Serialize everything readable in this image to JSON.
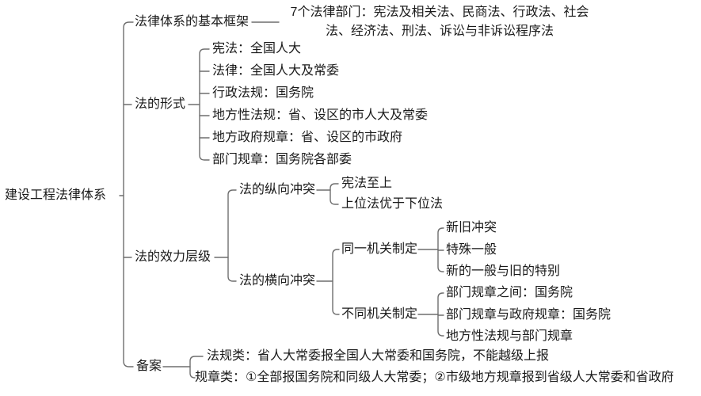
{
  "colors": {
    "background": "#ffffff",
    "line": "#6e6e6e",
    "text": "#1a1a1a"
  },
  "root": {
    "label": "建设工程法律体系"
  },
  "framework": {
    "label": "法律体系的基本框架",
    "note": "7个法律部门：宪法及相关法、民商法、行政法、社会\n法、经济法、刑法、诉讼与非诉讼程序法"
  },
  "form": {
    "label": "法的形式",
    "items": [
      "宪法：全国人大",
      "法律：全国人大及常委",
      "行政法规：国务院",
      "地方性法规：省、设区的市人大及常委",
      "地方政府规章：省、设区的市政府",
      "部门规章：国务院各部委"
    ]
  },
  "hierarchy": {
    "label": "法的效力层级",
    "vertical": {
      "label": "法的纵向冲突",
      "items": [
        "宪法至上",
        "上位法优于下位法"
      ]
    },
    "horizontal": {
      "label": "法的横向冲突",
      "same": {
        "label": "同一机关制定",
        "items": [
          "新旧冲突",
          "特殊一般",
          "新的一般与旧的特别"
        ]
      },
      "different": {
        "label": "不同机关制定",
        "items": [
          "部门规章之间：国务院",
          "部门规章与政府规章：国务院",
          "地方性法规与部门规章"
        ]
      }
    }
  },
  "record": {
    "label": "备案",
    "items": [
      "法规类：省人大常委报全国人大常委和国务院，不能越级上报",
      "规章类：①全部报国务院和同级人大常委；②市级地方规章报到省级人大常委和省政府"
    ]
  }
}
